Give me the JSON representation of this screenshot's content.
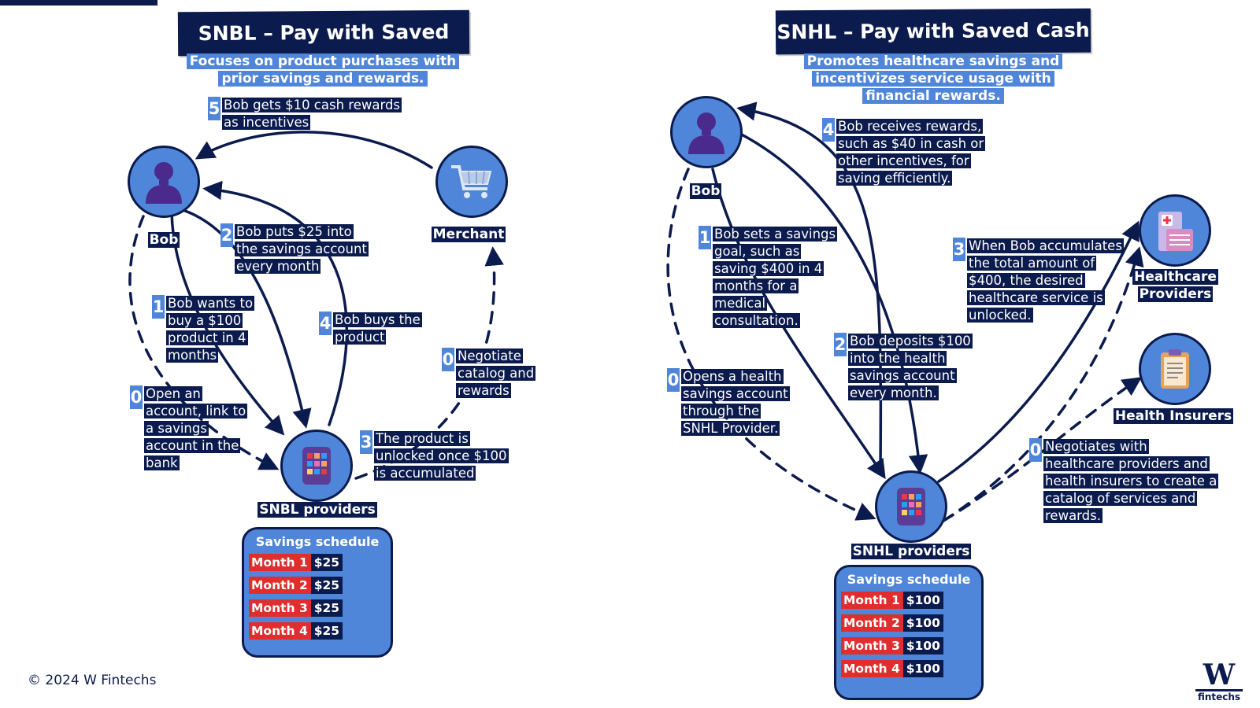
{
  "left": {
    "title": "SNBL – Pay with Saved Cash",
    "subtitle": "Focuses on product purchases with prior savings and rewards.",
    "nodes": {
      "bob": "Bob",
      "merchant": "Merchant",
      "providers": "SNBL providers"
    },
    "steps": [
      {
        "num": "5",
        "text": "Bob gets $10 cash rewards as incentives"
      },
      {
        "num": "2",
        "text": "Bob puts $25 into the savings account every month"
      },
      {
        "num": "1",
        "text": "Bob wants to buy a $100 product in 4 months"
      },
      {
        "num": "4",
        "text": "Bob buys the product"
      },
      {
        "num": "0",
        "text": "Negotiate catalog and rewards"
      },
      {
        "num": "0",
        "text": "Open an account, link to a savings account in the bank"
      },
      {
        "num": "3",
        "text": "The product is unlocked once $100 is accumulated"
      }
    ],
    "schedule": {
      "title": "Savings schedule",
      "rows": [
        {
          "month": "Month 1",
          "amount": "$25"
        },
        {
          "month": "Month 2",
          "amount": "$25"
        },
        {
          "month": "Month 3",
          "amount": "$25"
        },
        {
          "month": "Month 4",
          "amount": "$25"
        }
      ]
    }
  },
  "right": {
    "title": "SNHL – Pay with Saved Cash",
    "subtitle": "Promotes healthcare savings and incentivizes service usage with financial rewards.",
    "nodes": {
      "bob": "Bob",
      "healthcare": "Healthcare Providers",
      "insurers": "Health Insurers",
      "providers": "SNHL providers"
    },
    "steps": [
      {
        "num": "4",
        "text": "Bob receives rewards, such as $40 in cash or other incentives, for saving efficiently."
      },
      {
        "num": "1",
        "text": "Bob sets a savings goal, such as saving $400 in 4 months for a medical consultation."
      },
      {
        "num": "3",
        "text": "When Bob accumulates the total amount of $400, the desired healthcare service is unlocked."
      },
      {
        "num": "2",
        "text": "Bob deposits $100 into the health savings account every month."
      },
      {
        "num": "0",
        "text": "Opens a health savings account through the SNHL Provider."
      },
      {
        "num": "0",
        "text": "Negotiates with healthcare providers and health insurers to create a catalog of services and rewards."
      }
    ],
    "schedule": {
      "title": "Savings schedule",
      "rows": [
        {
          "month": "Month 1",
          "amount": "$100"
        },
        {
          "month": "Month 2",
          "amount": "$100"
        },
        {
          "month": "Month 3",
          "amount": "$100"
        },
        {
          "month": "Month 4",
          "amount": "$100"
        }
      ]
    }
  },
  "footer": {
    "copyright": "© 2024 W Fintechs",
    "logo_letter": "W",
    "logo_text": "fintechs"
  },
  "colors": {
    "navy": "#0c1b4d",
    "blue": "#4f86d9",
    "red": "#e02d2d"
  },
  "icons": [
    "user-icon",
    "shopping-cart-icon",
    "phone-app-icon",
    "hospital-building-icon",
    "clipboard-document-icon"
  ]
}
